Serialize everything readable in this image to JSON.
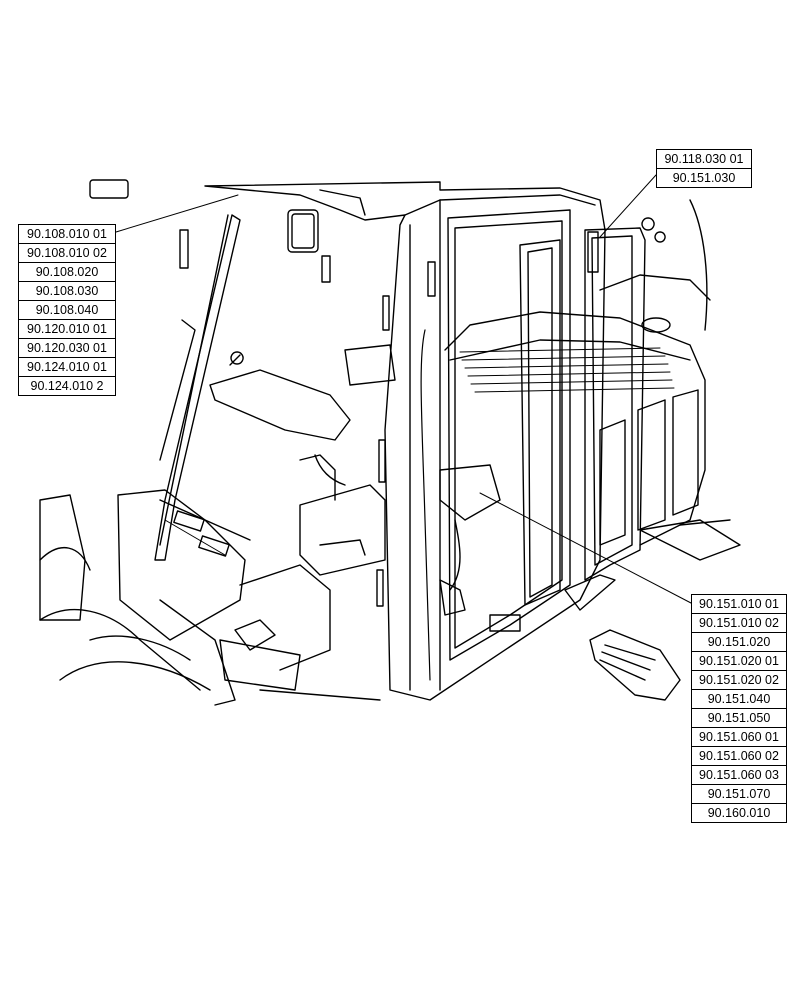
{
  "diagram": {
    "callout_groups": {
      "left": [
        "90.108.010 01",
        "90.108.010 02",
        "90.108.020",
        "90.108.030",
        "90.108.040",
        "90.120.010 01",
        "90.120.030 01",
        "90.124.010 01",
        "90.124.010 2"
      ],
      "top_right": [
        "90.118.030 01",
        "90.151.030"
      ],
      "bottom_right": [
        "90.151.010 01",
        "90.151.010 02",
        "90.151.020",
        "90.151.020 01",
        "90.151.020 02",
        "90.151.040",
        "90.151.050",
        "90.151.060 01",
        "90.151.060 02",
        "90.151.060 03",
        "90.151.070",
        "90.160.010"
      ]
    },
    "colors": {
      "line": "#000000",
      "background": "#ffffff"
    }
  }
}
